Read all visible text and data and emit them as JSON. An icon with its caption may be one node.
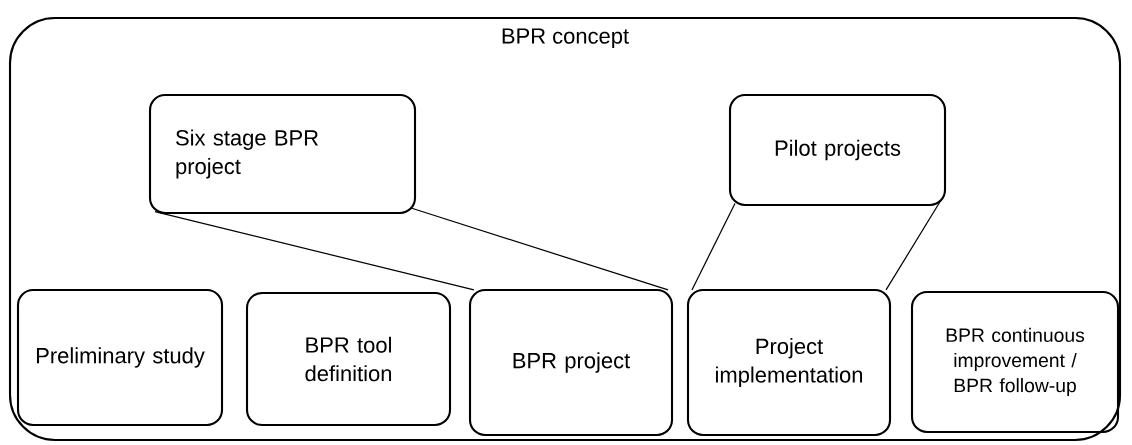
{
  "diagram": {
    "nodes": [
      {
        "text": [
          "BPR concept"
        ]
      },
      {
        "text": [
          "Six stage BPR project"
        ],
        "in": 0
      },
      {
        "text": [
          "Pilot projects"
        ],
        "in": 0
      },
      {
        "text": [
          "Preliminary study"
        ],
        "in": 0
      },
      {
        "text": [
          "BPR tool definition"
        ],
        "in": 0
      },
      {
        "text": [
          "BPR project"
        ],
        "in": 0
      },
      {
        "text": [
          "Project implementation"
        ],
        "in": 0
      },
      {
        "text": [
          "BPR continuous improvement / BPR follow-up"
        ],
        "in": 0
      }
    ],
    "edges": [
      {
        "from": 1,
        "to": 5,
        "arrow": "none"
      },
      {
        "from": 1,
        "to": 5,
        "arrow": "none"
      },
      {
        "from": 2,
        "to": 6,
        "arrow": "none"
      },
      {
        "from": 2,
        "to": 6,
        "arrow": "none"
      }
    ]
  }
}
